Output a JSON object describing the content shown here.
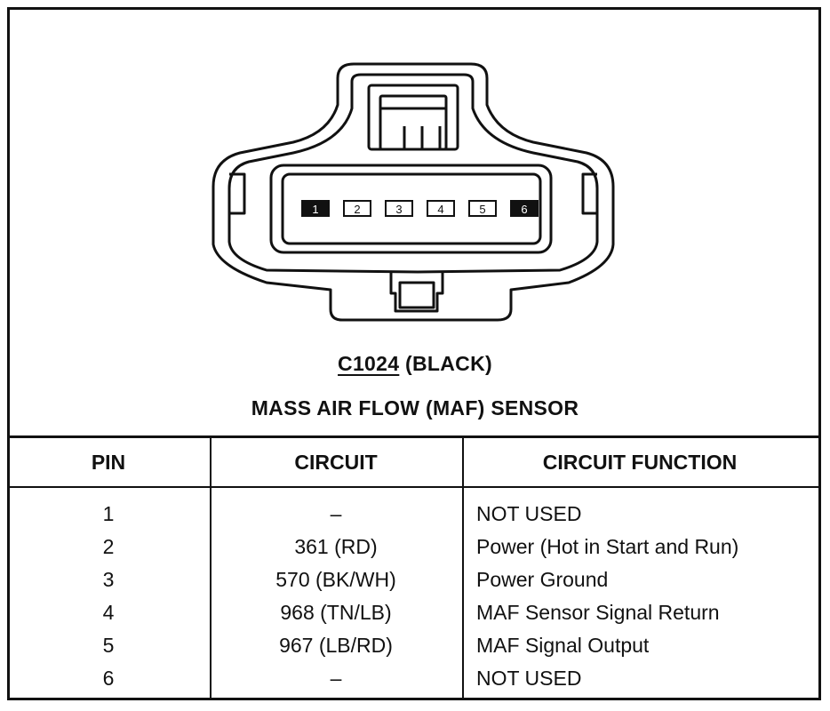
{
  "connector": {
    "id": "C1024",
    "color_label": "(BLACK)",
    "name": "MASS AIR FLOW (MAF) SENSOR",
    "pins": [
      "1",
      "2",
      "3",
      "4",
      "5",
      "6"
    ],
    "filled_pins": [
      "1",
      "6"
    ]
  },
  "table": {
    "headers": {
      "pin": "PIN",
      "circuit": "CIRCUIT",
      "function": "CIRCUIT FUNCTION"
    },
    "rows": [
      {
        "pin": "1",
        "circuit": "–",
        "function": "NOT USED"
      },
      {
        "pin": "2",
        "circuit": "361 (RD)",
        "function": "Power (Hot in Start and Run)"
      },
      {
        "pin": "3",
        "circuit": "570 (BK/WH)",
        "function": "Power Ground"
      },
      {
        "pin": "4",
        "circuit": "968 (TN/LB)",
        "function": "MAF Sensor Signal Return"
      },
      {
        "pin": "5",
        "circuit": "967 (LB/RD)",
        "function": "MAF Signal Output"
      },
      {
        "pin": "6",
        "circuit": "–",
        "function": "NOT USED"
      }
    ]
  }
}
